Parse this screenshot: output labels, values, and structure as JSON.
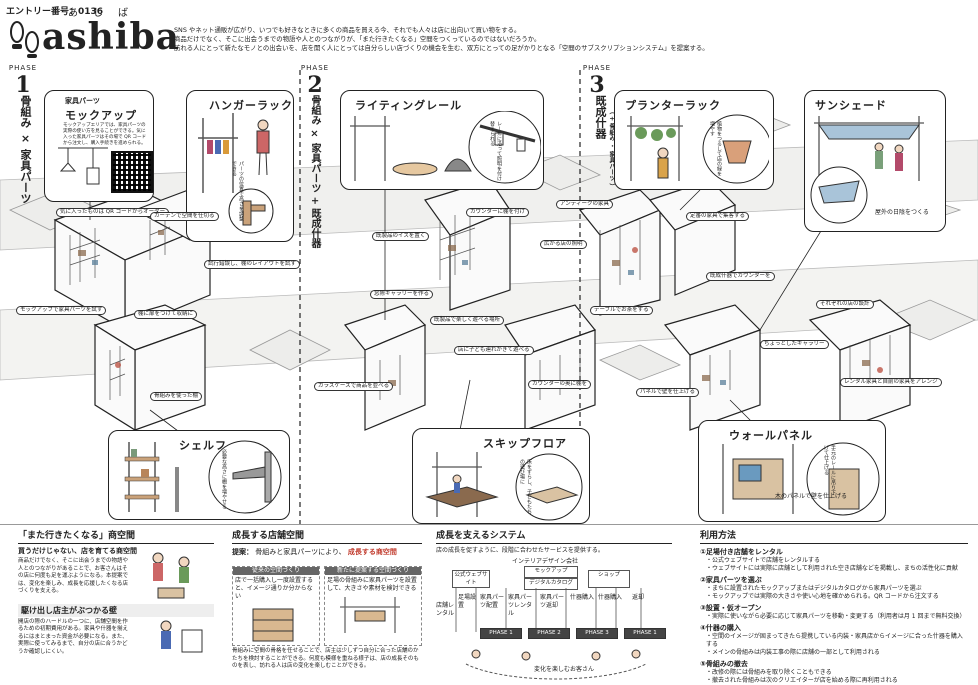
{
  "header": {
    "entry": "エントリー番号：0136",
    "logo": "ashiba",
    "logo_kana": "あしば",
    "intro": [
      "SNS やネット通販が広がり、いつでも好きなときに多くの商品を買える今、それでも人々は店に出向いて買い物をする。",
      "商品だけでなく、そこに出会うまでの物語や人とのつながりが、「また行きたくなる」空間をつくっているのではないだろうか。",
      "訪れる人にとって新たなモノとの出会いを、店を開く人にとっては自分らしい店づくりの機会を生む、双方にとっての足がかりとなる「空間のサブスクリプションシステム」を提案する。"
    ]
  },
  "phases": [
    {
      "label": "PHASE",
      "num": "1",
      "title": "骨組み × 家具パーツ"
    },
    {
      "label": "PHASE",
      "num": "2",
      "title": "骨組み × 家具パーツ + 既成什器"
    },
    {
      "label": "PHASE",
      "num": "3",
      "title": "既成什器",
      "sub": "（ + 骨組み ・ 家具パーツ ）"
    }
  ],
  "cards": {
    "mockup": {
      "kicker": "家具パーツ",
      "title": "モックアップ",
      "desc": "モックアップエリアでは、家具パーツの実際の使い方を見ることができる。気に入った家具パーツはその場で QR コードから注文し、購入手続きを進められる。"
    },
    "hanger": {
      "title": "ハンガーラック",
      "caption": "パーツの位置で高さを調整できる"
    },
    "shelf": {
      "title": "シェルフ",
      "caption": "必要な高さに棚を増やせる"
    },
    "lighting": {
      "title": "ライティングレール",
      "caption": "レールに沿って照明を付け替えられる"
    },
    "skipfloor": {
      "title": "スキップフロア",
      "caption": "床をずらし、子どもたちの遊び場に"
    },
    "planter": {
      "title": "プランターラック",
      "caption": "植物をつるして店の緑を増やす"
    },
    "sunshade": {
      "title": "サンシェード",
      "caption": "屋外の日陰をつくる"
    },
    "wallpanel": {
      "title": "ウォールパネル",
      "caption": "木のパネルで壁を仕上げる",
      "caption2": "手元のレールに吊り下げて仕上げる"
    }
  },
  "notes": [
    "気に入ったものは QR コードからオーダー",
    "カーテンで空間を仕切る",
    "試行錯誤し、棚のレイアウトを試す",
    "モックアップで家具パーツを試す",
    "棚に扉をつけて収納に",
    "骨組みを使った棚",
    "カウンターに棚を付け",
    "既製品のイスを置く",
    "窓際ギャラリーを作る",
    "既製品で楽しく遊べる場所",
    "店に子ども連れがきて遊べる",
    "ガラスケースで商品を並べる",
    "カウンターの奥に棚を",
    "アンティークの家具",
    "広がる店の照明",
    "定番の家具で集客する",
    "既成什器でカウンターを",
    "テーブルでお茶をする",
    "パネルで壁を仕上げる",
    "ちょっとしたギャラリー",
    "それぞれの店の設計",
    "レンタル家具と自前の家具をアレンジ"
  ],
  "bottom": {
    "col1": {
      "title": "「また行きたくなる」商空間",
      "sub1": "買うだけじゃない、店を育てる商空間",
      "body1": "商品だけでなく、そこに出会うまでの物語や人とのつながりがあることで、お客さんはその店に何度も足を運ぶようになる。本提案では、変化を楽しみ、成長を応援したくなる店づくりを支える。",
      "sub2": "駆け出し店主がぶつかる壁",
      "body2": "開店の際のハードルの一つに、店舗空間を作るための初期費用がある。家具や什器を揃えるにはまとまった資金が必要になる。また、実際に使ってみるまで、自分の店に合うかどうか確認しにくい。"
    },
    "col2": {
      "title": "成長する店舗空間",
      "proposal_label": "提案：",
      "proposal": "骨組みと家具パーツにより、",
      "proposal_accent": "成長する商空間",
      "box1_title": "従来の空間づくり",
      "box1_body": "店で一括購入し一度設置すると、イメージ通りか分からない",
      "box2_title": "新たに提案する空間づくり",
      "box2_body": "足場の骨組みに家具パーツを設置して、大きさや素材を検討できる",
      "body": "骨組みに空間の骨格を任せることで、店主は少しずつ自分に合った店舗のかたちを検討することができる。何度も模様を重ねる様子は、店の成長そのものを表し、訪れる人は店の変化を楽しむことができる。"
    },
    "col3": {
      "title": "成長を支えるシステム",
      "sub": "店の成長を促すように、段階に合わせたサービスを提供する。",
      "company": "インテリアデザイン会社",
      "boxes": [
        "公式ウェブサイト",
        "モックアップ",
        "デジタルカタログ",
        "ショップ"
      ],
      "steps": [
        "店舗レンタル",
        "足場設置",
        "家具パーツ配置",
        "家具パーツレンタル",
        "家具パーツ返却",
        "什器購入",
        "什器購入",
        "返却"
      ],
      "phases": [
        "PHASE 1",
        "PHASE 2",
        "PHASE 3",
        "PHASE 1"
      ],
      "cycle": "変化を楽しむお客さん"
    },
    "col4": {
      "title": "利用方法",
      "items": [
        {
          "h": "①足場付き店舗をレンタル",
          "b": [
            "・公式ウェブサイトで店舗をレンタルする",
            "・ウェブサイトには実際に店舗として利用された空き店舗などを掲載し、まちの活性化に貢献"
          ]
        },
        {
          "h": "②家具パーツを選ぶ",
          "b": [
            "・まちに設置されたモックアップまたはデジタルカタログから家具パーツを選ぶ",
            "・モックアップでは実際の大きさや使い心地を確かめられる。QR コードから注文する"
          ]
        },
        {
          "h": "③設置・仮オープン",
          "b": [
            "・実際に使いながら必要に応じて家具パーツを移動・変更する（利用者は月 1 回まで無料交換）"
          ]
        },
        {
          "h": "④什器の購入",
          "b": [
            "・空間のイメージが固まってきたら提携している内装・家具店からイメージに合った什器を購入する",
            "・メインの骨組みは内装工事の際に店舗の一部として利用される"
          ]
        },
        {
          "h": "⑤骨組みの撤去",
          "b": [
            "・改修の際には骨組みを取り除くこともできる",
            "・撤去された骨組みは次のクリエイターが店を始める際に再利用される"
          ]
        }
      ]
    }
  }
}
